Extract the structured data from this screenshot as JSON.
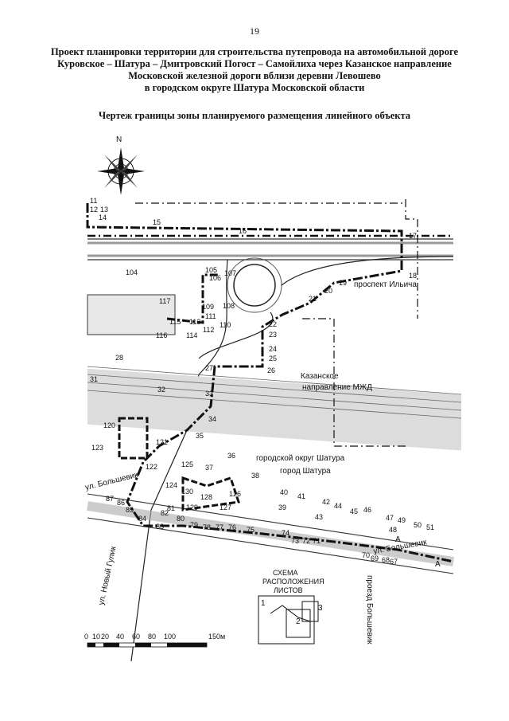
{
  "page_number": "19",
  "title_lines": [
    "Проект планировки территории для строительства путепровода на автомобильной дороге",
    "Куровское – Шатура – Дмитровский Погост – Самойлиха через Казанское направление",
    "Московской железной дороги вблизи деревни Левошево",
    "в городском округе Шатура Московской области"
  ],
  "subtitle": "Чертеж границы зоны планируемого размещения линейного объекта",
  "north_label": "N",
  "labels": {
    "prospekt": "проспект Ильича",
    "railway_1": "Казанское",
    "railway_2": "направление МЖД",
    "district": "городской округ Шатура",
    "city": "город  Шатура",
    "street_bolshevik_left": "ул. Большевик",
    "street_bolshevik_right": "ул. Большевик",
    "street_novy_gulik": "ул. Новый Гулик",
    "proezd_bolshevik": "проезд Большевик",
    "sheet_scheme_1": "СХЕМА",
    "sheet_scheme_2": "РАСПОЛОЖЕНИЯ",
    "sheet_scheme_3": "ЛИСТОВ",
    "section_a1": "А",
    "section_a2": "А"
  },
  "sheets": [
    "1",
    "2",
    "3"
  ],
  "scale": {
    "ticks": [
      "0",
      "10",
      "20",
      "40",
      "60",
      "80",
      "100"
    ],
    "end_label": "150м"
  },
  "points": [
    "11",
    "12",
    "13",
    "14",
    "15",
    "16",
    "17",
    "18",
    "19",
    "20",
    "21",
    "22",
    "23",
    "24",
    "25",
    "26",
    "27",
    "28",
    "31",
    "32",
    "33",
    "34",
    "35",
    "36",
    "37",
    "38",
    "39",
    "40",
    "41",
    "42",
    "43",
    "44",
    "45",
    "46",
    "47",
    "48",
    "49",
    "50",
    "51",
    "67",
    "68",
    "69",
    "70",
    "71",
    "72",
    "73",
    "74",
    "75",
    "76",
    "77",
    "78",
    "79",
    "80",
    "81",
    "82",
    "83",
    "84",
    "85",
    "86",
    "87",
    "104",
    "105",
    "106",
    "107",
    "108",
    "109",
    "110",
    "111",
    "112",
    "113",
    "114",
    "115",
    "116",
    "117",
    "120",
    "121",
    "122",
    "123",
    "124",
    "125",
    "126",
    "127",
    "128",
    "129",
    "130"
  ]
}
